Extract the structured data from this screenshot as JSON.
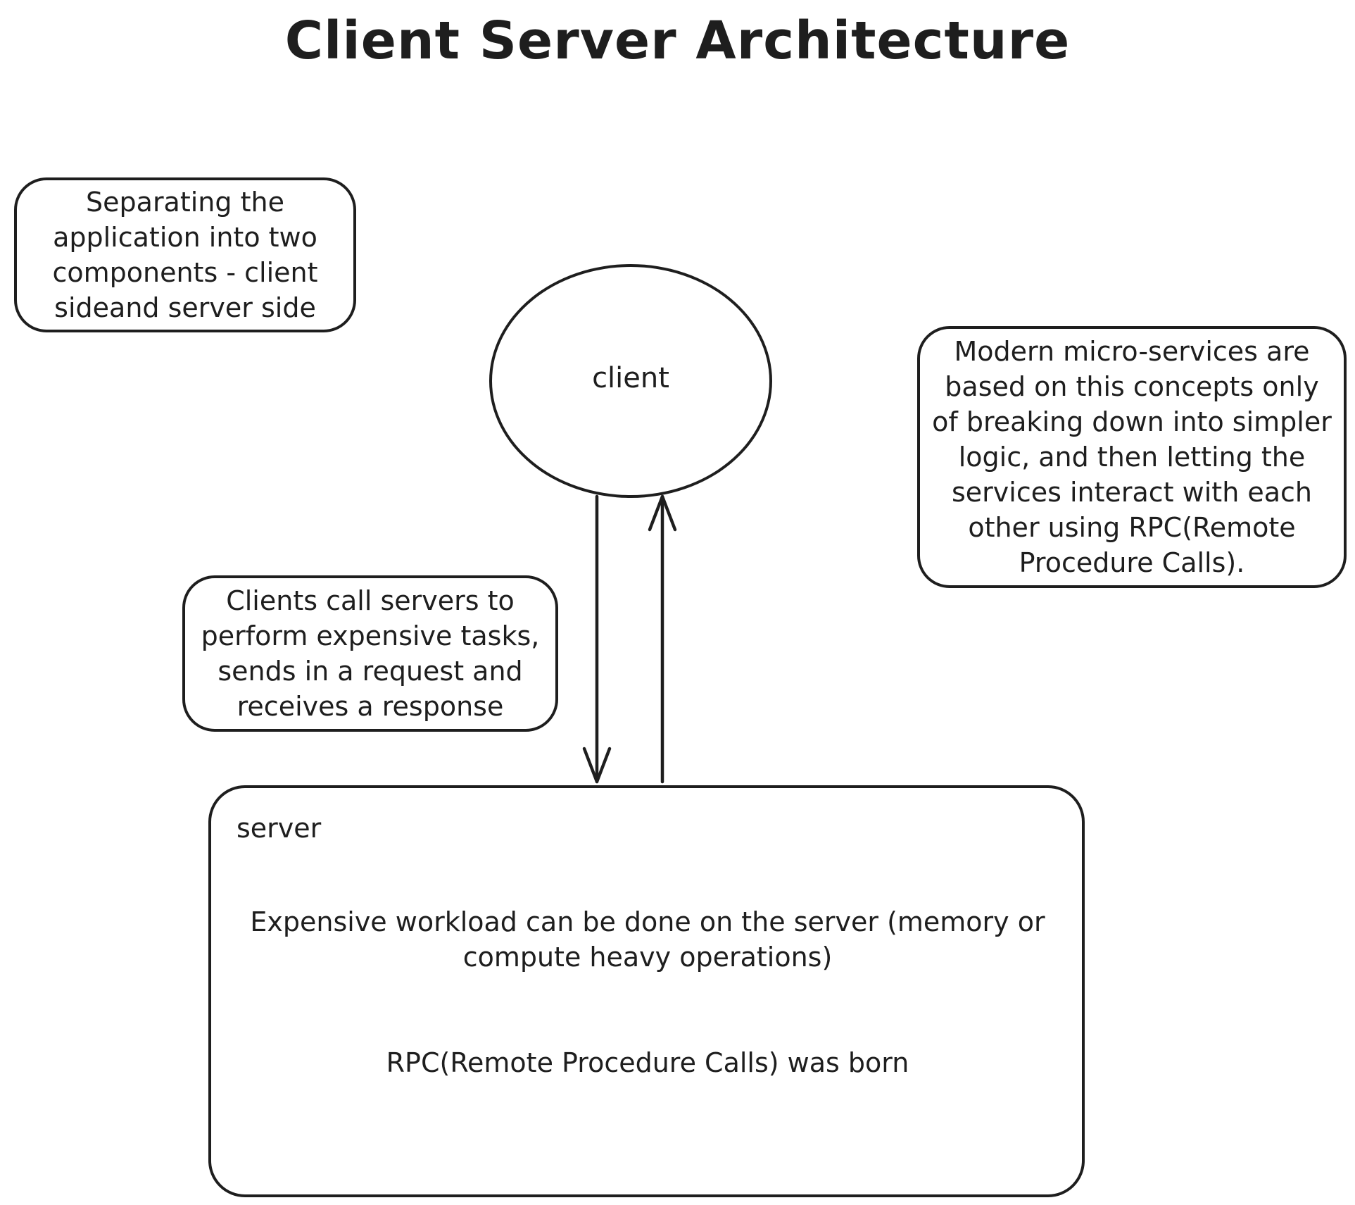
{
  "title": "Client Server Architecture",
  "notes": {
    "separating": "Separating the application into two components - client sideand server side",
    "clients_call": "Clients call servers to perform expensive tasks, sends in a request and receives a response",
    "modern": "Modern micro-services are based on this concepts only of breaking down into simpler logic, and then letting the services interact with each other using RPC(Remote Procedure Calls)."
  },
  "client": {
    "label": "client"
  },
  "server": {
    "label": "server",
    "description": "Expensive workload can be done on the server (memory or compute heavy operations)",
    "rpc_note": "RPC(Remote Procedure Calls) was born"
  },
  "colors": {
    "stroke": "#1e1e1e",
    "background": "#ffffff"
  }
}
